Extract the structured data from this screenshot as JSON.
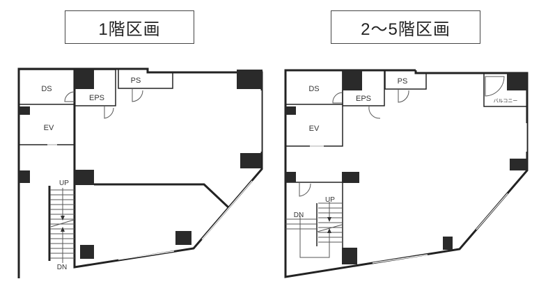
{
  "floor1": {
    "title": "1階区画",
    "rooms": {
      "ds": "DS",
      "eps": "EPS",
      "ps": "PS",
      "ev": "EV"
    },
    "stairs": {
      "up": "UP",
      "dn": "DN"
    }
  },
  "floor2_5": {
    "title": "2〜5階区画",
    "rooms": {
      "ds": "DS",
      "eps": "EPS",
      "ps": "PS",
      "ev": "EV",
      "balcony": "バルコニー"
    },
    "stairs": {
      "up": "UP",
      "dn": "DN"
    }
  }
}
